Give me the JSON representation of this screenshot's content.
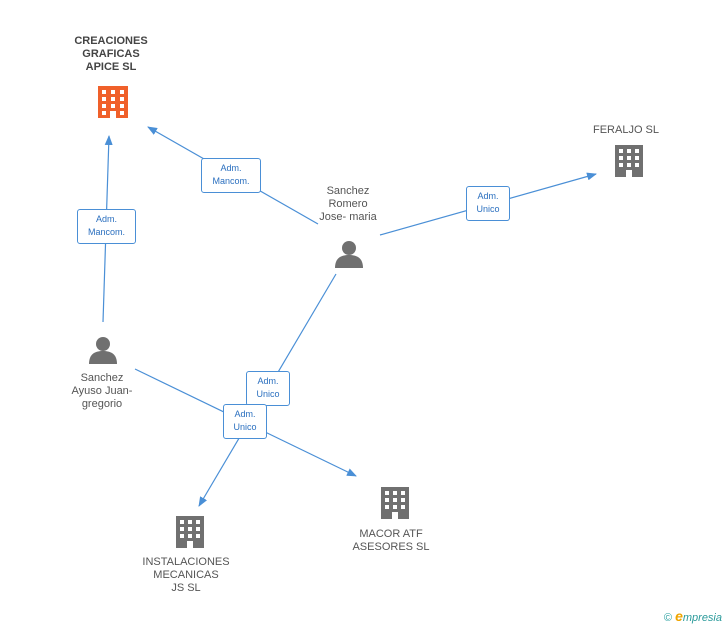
{
  "nodes": {
    "creaciones": {
      "label": "CREACIONES\nGRAFICAS\nAPICE SL",
      "icon": "building-icon",
      "color": "#f0602a"
    },
    "feraljo": {
      "label": "FERALJO SL",
      "icon": "building-icon",
      "color": "#7a7a7a"
    },
    "sanchez_romero": {
      "label": "Sanchez\nRomero\nJose- maria",
      "icon": "person-icon",
      "color": "#7a7a7a"
    },
    "sanchez_ayuso": {
      "label": "Sanchez\nAyuso Juan-\ngregorio",
      "icon": "person-icon",
      "color": "#7a7a7a"
    },
    "instalaciones": {
      "label": "INSTALACIONES\nMECANICAS\nJS  SL",
      "icon": "building-icon",
      "color": "#7a7a7a"
    },
    "macor": {
      "label": "MACOR ATF\nASESORES  SL",
      "icon": "building-icon",
      "color": "#7a7a7a"
    }
  },
  "edges": {
    "romero_creaciones": "Adm.\nMancom.",
    "ayuso_creaciones": "Adm.\nMancom.",
    "romero_feraljo": "Adm.\nUnico",
    "romero_instalaciones": "Adm.\nUnico",
    "ayuso_macor": "Adm.\nUnico"
  },
  "footer": {
    "copyright": "©",
    "brand_first": "e",
    "brand_rest": "mpresia"
  },
  "colors": {
    "edge": "#4a8fd6"
  }
}
